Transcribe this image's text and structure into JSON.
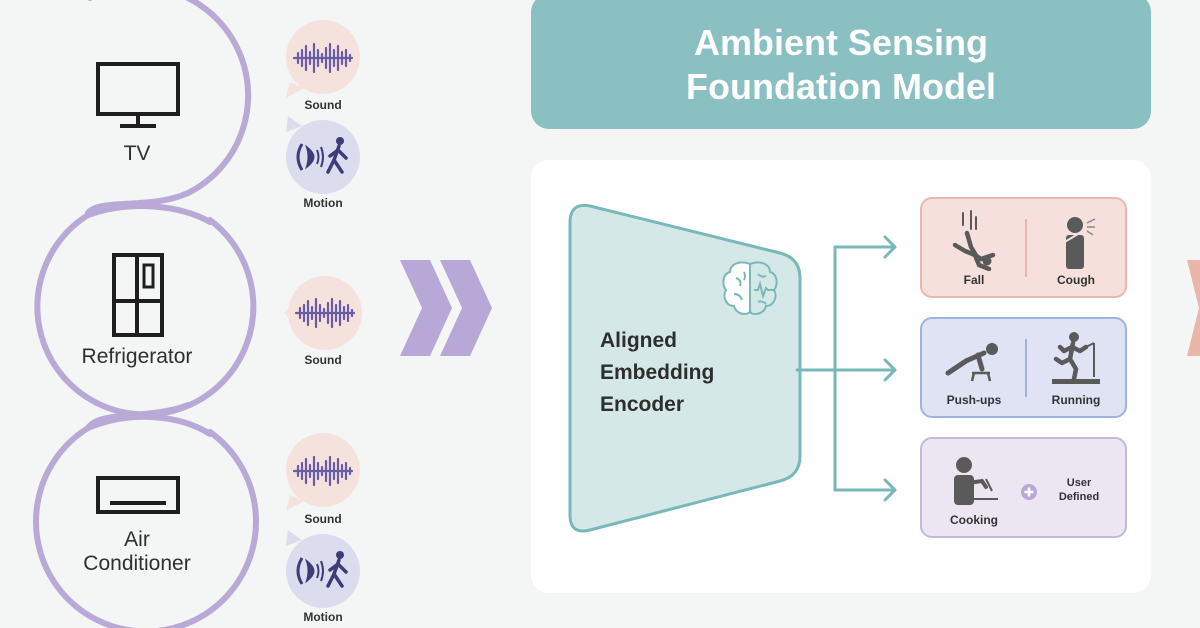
{
  "title": {
    "line1": "Ambient Sensing",
    "line2": "Foundation Model"
  },
  "devices": [
    {
      "name": "TV",
      "icon": "tv-icon",
      "signals": [
        "Sound",
        "Motion"
      ]
    },
    {
      "name": "Refrigerator",
      "icon": "refrigerator-icon",
      "signals": [
        "Sound"
      ]
    },
    {
      "name_line1": "Air",
      "name_line2": "Conditioner",
      "icon": "air-conditioner-icon",
      "signals": [
        "Sound",
        "Motion"
      ]
    }
  ],
  "signals": {
    "sound": {
      "label": "Sound",
      "icon": "sound-wave-icon",
      "color": "#f6e2dd"
    },
    "motion": {
      "label": "Motion",
      "icon": "motion-sensor-icon",
      "color": "#dcdcef"
    }
  },
  "encoder": {
    "line1": "Aligned",
    "line2": "Embedding",
    "line3": "Encoder",
    "icon": "brain-icon"
  },
  "tasks": [
    {
      "group": "safety",
      "border": "#e9b8ad",
      "fill": "#f6e0db",
      "items": [
        {
          "label": "Fall",
          "icon": "fall-icon"
        },
        {
          "label": "Cough",
          "icon": "cough-icon"
        }
      ]
    },
    {
      "group": "exercise",
      "border": "#9fb3e0",
      "fill": "#dfe3f3",
      "items": [
        {
          "label": "Push-ups",
          "icon": "push-ups-icon"
        },
        {
          "label": "Running",
          "icon": "running-icon"
        }
      ]
    },
    {
      "group": "custom",
      "border": "#c6b7dc",
      "fill": "#ece6f3",
      "items": [
        {
          "label": "Cooking",
          "icon": "cooking-icon"
        }
      ],
      "user_defined_line1": "User",
      "user_defined_line2": "Defined"
    }
  ],
  "colors": {
    "background": "#f4f6f5",
    "loop": "#b9a9d6",
    "teal": "#8bc0c2",
    "encoder_fill": "#d5e8e8",
    "encoder_stroke": "#79b8b9",
    "chevron": "#b8a8d8",
    "right_chevron": "#eab6aa"
  }
}
